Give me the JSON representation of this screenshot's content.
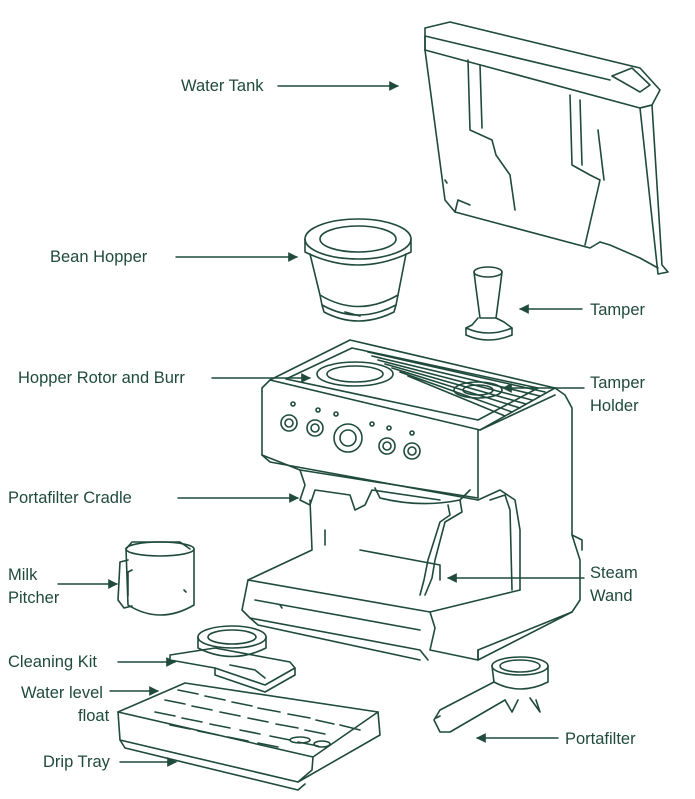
{
  "colors": {
    "ink": "#1f4a3c",
    "background": "#ffffff"
  },
  "labels": {
    "water_tank": "Water Tank",
    "bean_hopper": "Bean Hopper",
    "tamper": "Tamper",
    "hopper_rotor": "Hopper Rotor and Burr",
    "tamper_holder_1": "Tamper",
    "tamper_holder_2": "Holder",
    "portafilter_cradle": "Portafilter Cradle",
    "milk_pitcher_1": "Milk",
    "milk_pitcher_2": "Pitcher",
    "steam_wand_1": "Steam",
    "steam_wand_2": "Wand",
    "cleaning_kit": "Cleaning Kit",
    "water_level_1": "Water level",
    "water_level_2": "float",
    "portafilter": "Portafilter",
    "drip_tray": "Drip Tray"
  }
}
